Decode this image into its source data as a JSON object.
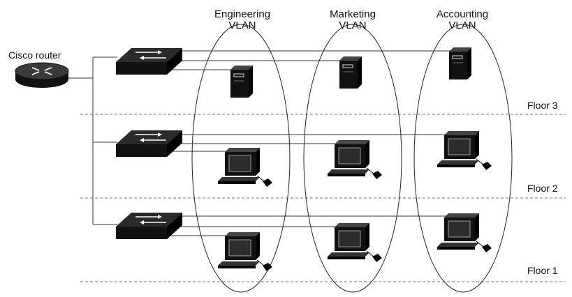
{
  "router": {
    "label": "Cisco router",
    "icon": "router-icon"
  },
  "vlans": [
    {
      "line1": "Engineering",
      "line2": "VLAN"
    },
    {
      "line1": "Marketing",
      "line2": "VLAN"
    },
    {
      "line1": "Accounting",
      "line2": "VLAN"
    }
  ],
  "floors": [
    {
      "label": "Floor 3"
    },
    {
      "label": "Floor 2"
    },
    {
      "label": "Floor 1"
    }
  ],
  "icons": {
    "switch": "switch-icon",
    "server": "server-icon",
    "workstation": "workstation-icon"
  },
  "colors": {
    "line": "#333333",
    "device": "#111111",
    "divider": "#777777"
  }
}
